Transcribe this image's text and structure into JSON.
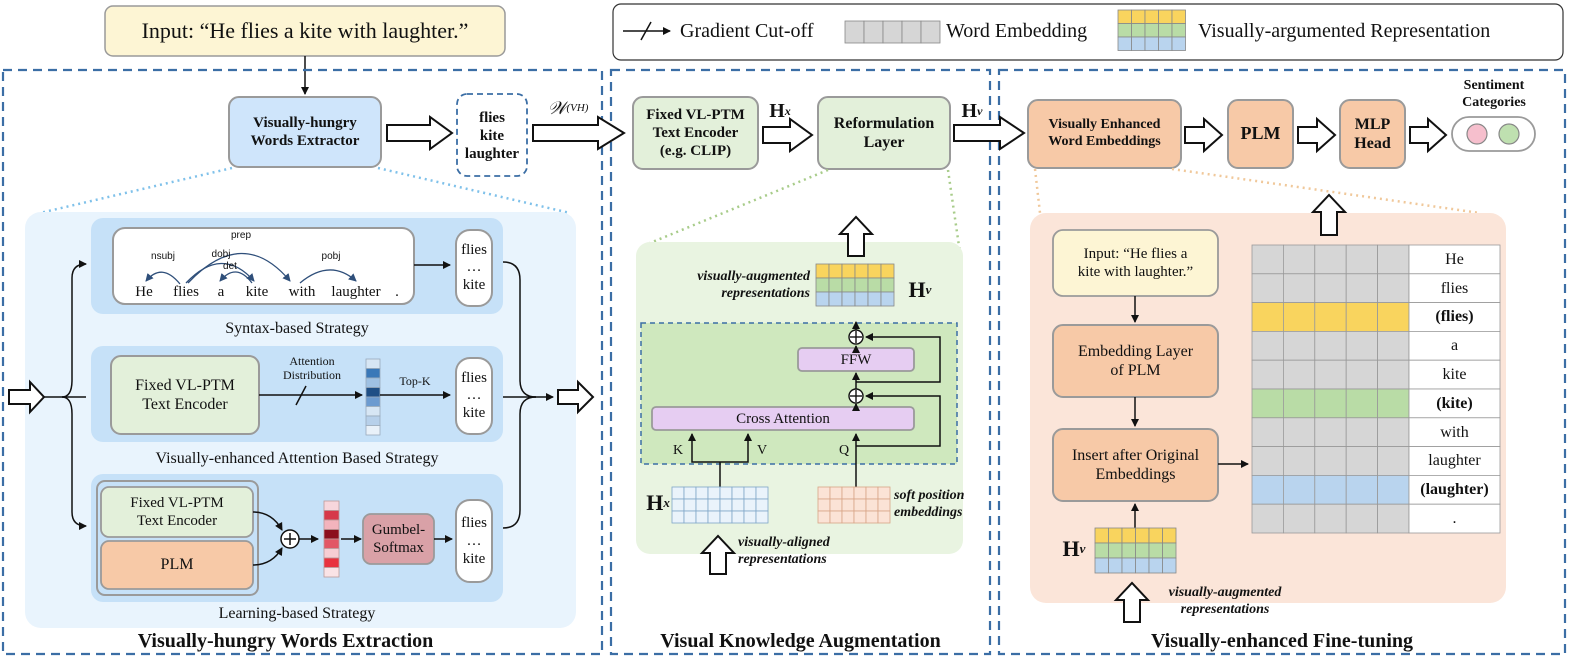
{
  "input_top": "Input: “He flies a kite with laughter.”",
  "legend": {
    "gradient": "Gradient Cut-off",
    "word_emb": "Word Embedding",
    "visual_rep": "Visually-argumented Representation"
  },
  "sections": {
    "left": "Visually-hungry Words Extraction",
    "middle": "Visual Knowledge Augmentation",
    "right": "Visually-enhanced Fine-tuning"
  },
  "extractor": {
    "l1": "Visually-hungry",
    "l2": "Words Extractor"
  },
  "extracted_words": [
    "flies",
    "kite",
    "laughter"
  ],
  "wvh": "𝒲",
  "wvh_sup": "(VH)",
  "syntax": {
    "tokens": [
      "He",
      "flies",
      "a",
      "kite",
      "with",
      "laughter",
      "."
    ],
    "deps": [
      "nsubj",
      "prep",
      "dobj",
      "det",
      "pobj"
    ],
    "caption": "Syntax-based Strategy"
  },
  "attention_strategy": {
    "encoder_l1": "Fixed VL-PTM",
    "encoder_l2": "Text Encoder",
    "attn_l1": "Attention",
    "attn_l2": "Distribution",
    "topk": "Top-K",
    "caption": "Visually-enhanced Attention Based Strategy"
  },
  "learning_strategy": {
    "encoder_l1": "Fixed VL-PTM",
    "encoder_l2": "Text Encoder",
    "plm": "PLM",
    "gumbel_l1": "Gumbel-",
    "gumbel_l2": "Softmax",
    "caption": "Learning-based Strategy"
  },
  "output_words": {
    "w1": "flies",
    "dots": "…",
    "w2": "kite"
  },
  "vl_encoder": {
    "l1": "Fixed VL-PTM",
    "l2": "Text Encoder",
    "l3": "(e.g. CLIP)"
  },
  "hx": "H",
  "hx_sub": "x",
  "hv": "H",
  "hv_sub": "v",
  "reform": {
    "l1": "Reformulation",
    "l2": "Layer"
  },
  "vka": {
    "va_rep_l1": "visually-augmented",
    "va_rep_l2": "representations",
    "ffw": "FFW",
    "cross_attn": "Cross Attention",
    "k": "K",
    "v": "V",
    "q": "Q",
    "soft_l1": "soft position",
    "soft_l2": "embeddings",
    "aligned_l1": "visually-aligned",
    "aligned_l2": "representations"
  },
  "pipeline": {
    "vewe_l1": "Visually Enhanced",
    "vewe_l2": "Word Embeddings",
    "plm": "PLM",
    "mlp_l1": "MLP",
    "mlp_l2": "Head",
    "sent_l1": "Sentiment",
    "sent_l2": "Categories"
  },
  "finetune": {
    "input_l1": "Input: “He flies a",
    "input_l2": "kite with laughter.”",
    "emb_l1": "Embedding Layer",
    "emb_l2": "of PLM",
    "ins_l1": "Insert after Original",
    "ins_l2": "Embeddings",
    "va_l1": "visually-augmented",
    "va_l2": "representations",
    "rows": [
      "He",
      "flies",
      "(flies)",
      "a",
      "kite",
      "(kite)",
      "with",
      "laughter",
      "(laughter)",
      "."
    ]
  },
  "colors": {
    "dash_border": "#3b6ea5",
    "light_blue_box": "#cfe5fb",
    "blue_panel": "#e9f4fd",
    "mid_blue_panel": "#c6e1f8",
    "green_box": "#e3f0da",
    "green_panel": "#e9f4e1",
    "green_inner": "#cfe8be",
    "orange_box": "#f7c9a7",
    "orange_panel": "#fbe5d9",
    "yellow": "#f9d45e",
    "green_cell": "#b9dca6",
    "blue_cell": "#b9d4ee",
    "grey_cell": "#d6d6d6",
    "purple": "#e6cdf2",
    "gumbel": "#d9a1a7",
    "input_bg": "#fdf5d4"
  }
}
